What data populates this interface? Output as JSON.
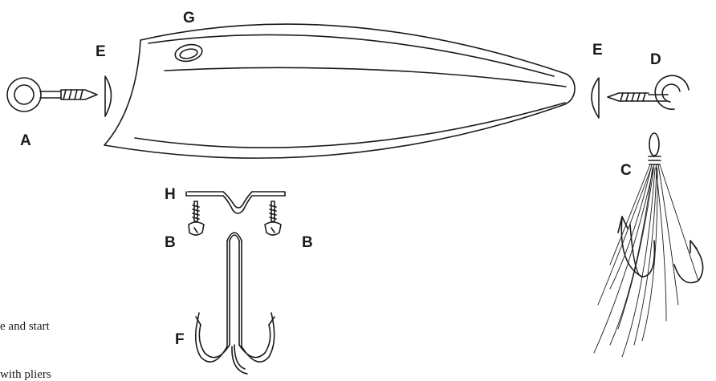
{
  "labels": {
    "a": "A",
    "b_left": "B",
    "b_right": "B",
    "c": "C",
    "d": "D",
    "e_left": "E",
    "e_right": "E",
    "f": "F",
    "g": "G",
    "h": "H"
  },
  "text_fragments": {
    "line1": "e and start",
    "line2": "with pliers"
  },
  "colors": {
    "line": "#1a1a1a",
    "background": "#ffffff"
  }
}
